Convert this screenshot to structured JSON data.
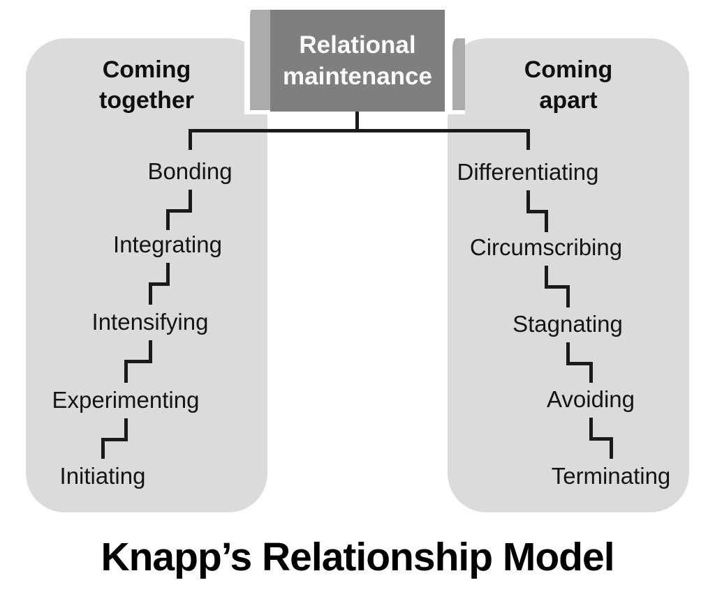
{
  "header_box": {
    "line1": "Relational",
    "line2": "maintenance"
  },
  "left_panel": {
    "title_line1": "Coming",
    "title_line2": "together",
    "stages": [
      "Bonding",
      "Integrating",
      "Intensifying",
      "Experimenting",
      "Initiating"
    ]
  },
  "right_panel": {
    "title_line1": "Coming",
    "title_line2": "apart",
    "stages": [
      "Differentiating",
      "Circumscribing",
      "Stagnating",
      "Avoiding",
      "Terminating"
    ]
  },
  "title": "Knapp’s Relationship Model",
  "colors": {
    "panel_fill": "#dbdbdb",
    "strip_fill": "#ababab",
    "header_box_fill": "#7f7f7f",
    "header_box_text": "#fafafa",
    "line_color": "#1a1a1a",
    "text_color": "#141414"
  }
}
